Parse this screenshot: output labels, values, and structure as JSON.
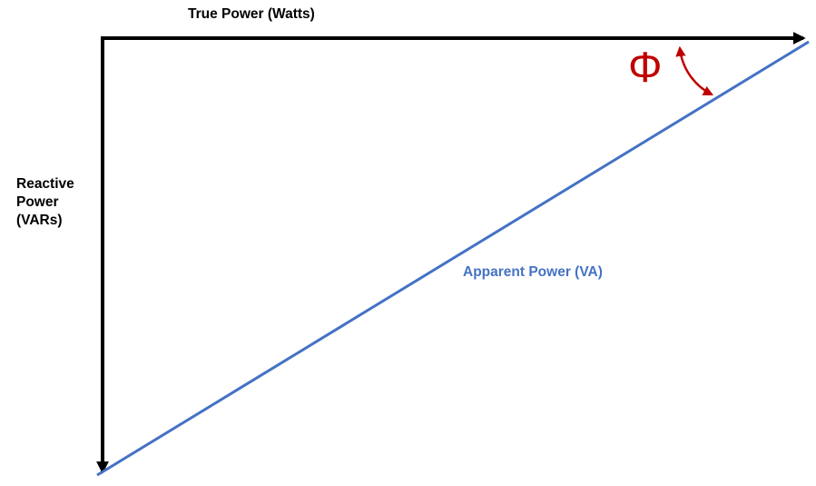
{
  "diagram": {
    "labels": {
      "true_power": "True Power (Watts)",
      "reactive_power": "Reactive\nPower\n(VARs)",
      "apparent_power": "Apparent Power (VA)",
      "phase_angle": "Φ"
    },
    "colors": {
      "axis": "#000000",
      "apparent": "#4472C4",
      "angle": "#C00000",
      "background": "#FFFFFF"
    }
  }
}
